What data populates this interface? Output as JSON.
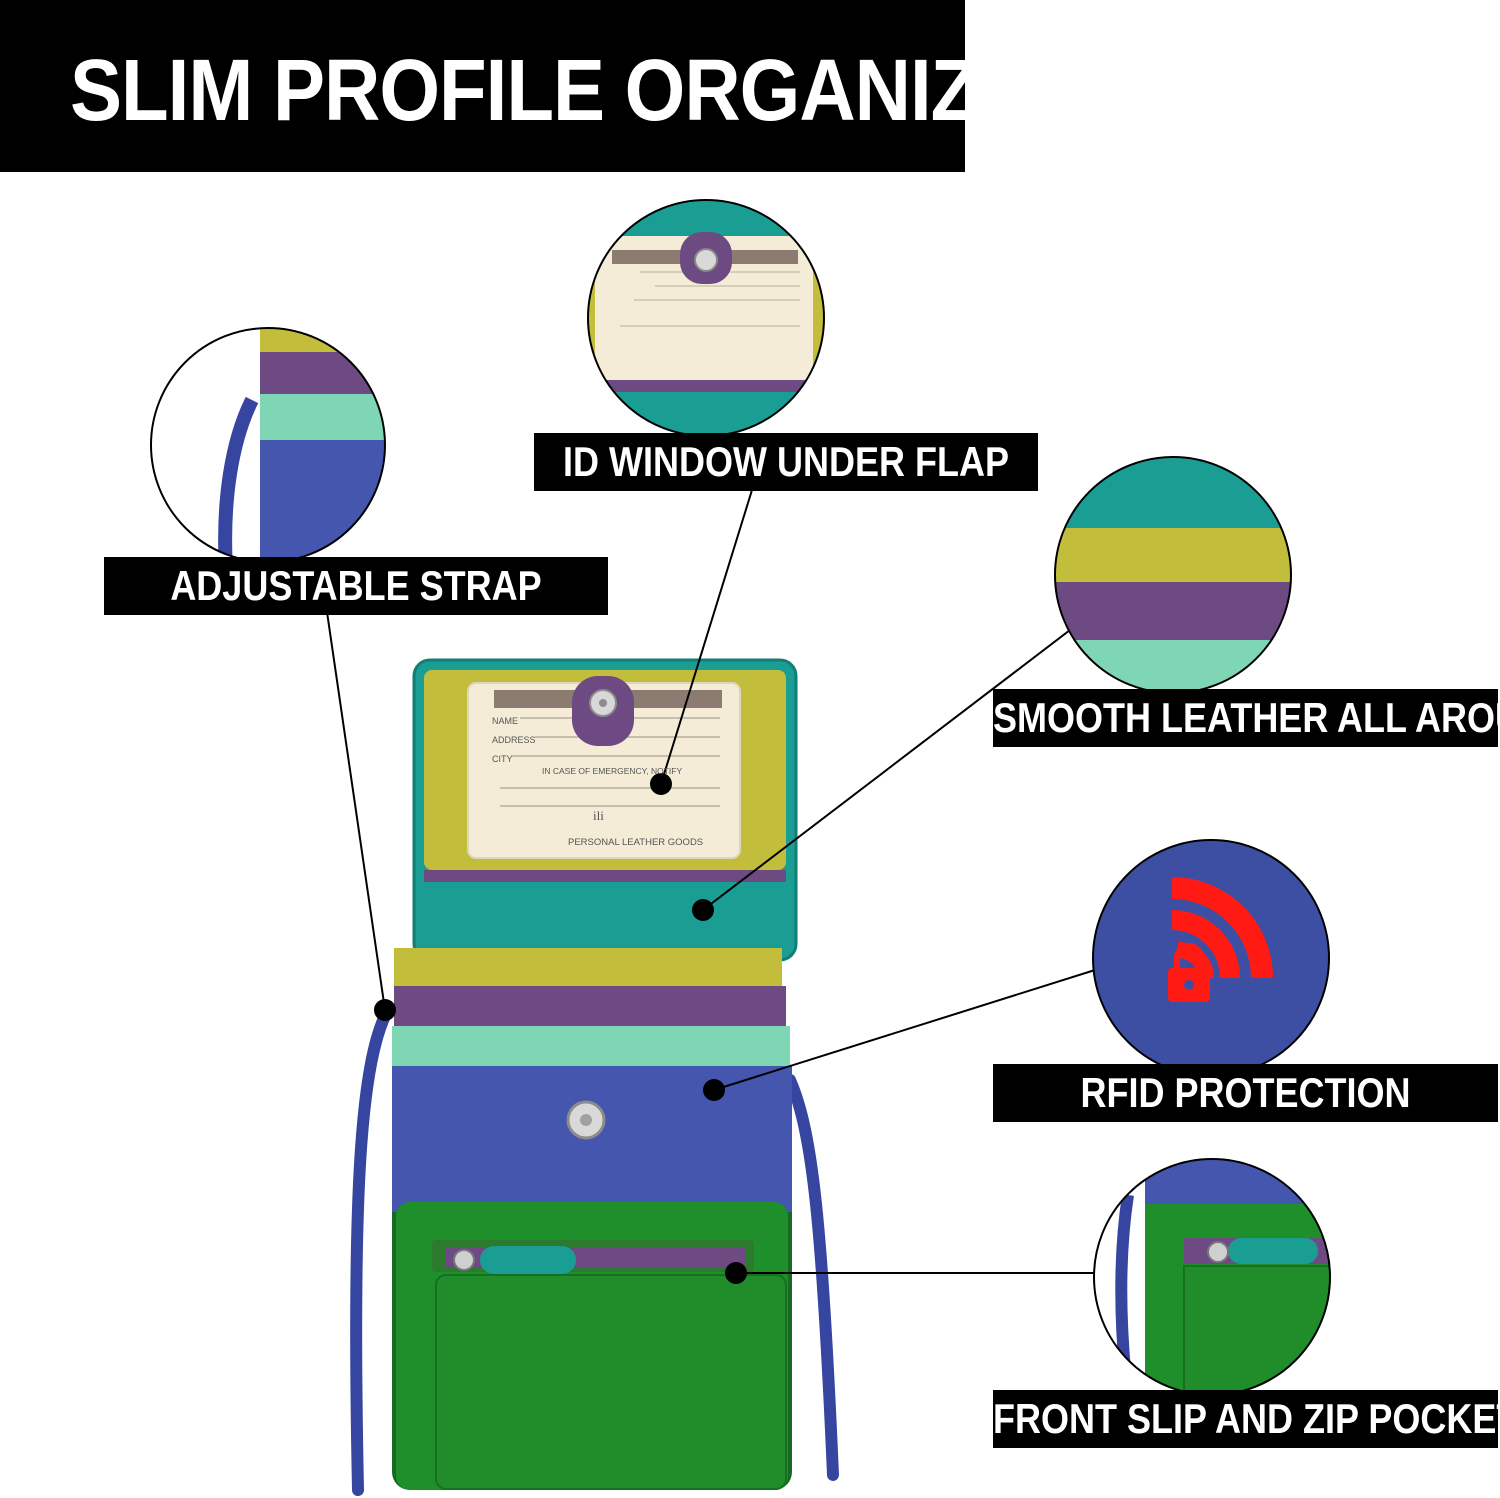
{
  "header": {
    "title": "SLIM PROFILE ORGANIZER"
  },
  "callouts": {
    "id_window": "ID WINDOW UNDER FLAP",
    "strap": "ADJUSTABLE STRAP",
    "leather": "SMOOTH LEATHER ALL AROUND",
    "rfid": "RFID PROTECTION",
    "pockets": "FRONT SLIP AND ZIP POCKETS"
  },
  "id_card": {
    "name_label": "NAME",
    "address_label": "ADDRESS",
    "city_label": "CITY",
    "emergency_label": "IN CASE OF EMERGENCY, NOTIFY",
    "brand_mark": "ili",
    "brand_line": "PERSONAL LEATHER GOODS"
  },
  "colors": {
    "teal": "#1a9e94",
    "olive": "#c2bd3a",
    "purple": "#6e4a82",
    "mint": "#7fd6b4",
    "blue": "#4456ad",
    "green": "#1f8f2c",
    "rfid_red": "#ff1a14"
  },
  "icons": [
    "snap-button-icon",
    "zipper-pull-icon",
    "rfid-lock-icon"
  ]
}
